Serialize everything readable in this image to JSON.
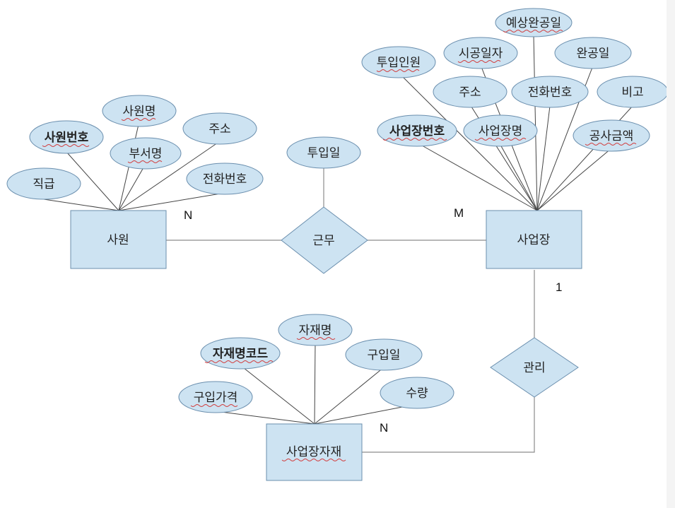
{
  "entities": {
    "employee": "사원",
    "site": "사업장",
    "material": "사업장자재"
  },
  "relationships": {
    "work": "근무",
    "manage": "관리"
  },
  "attributes": {
    "employee": {
      "id": "사원번호",
      "name": "사원명",
      "dept": "부서명",
      "address": "주소",
      "rank": "직급",
      "phone": "전화번호"
    },
    "work": {
      "input_date": "투입일"
    },
    "site": {
      "staff": "투입인원",
      "start_date": "시공일자",
      "expected_date": "예상완공일",
      "complete_date": "완공일",
      "address": "주소",
      "phone": "전화번호",
      "note": "비고",
      "id": "사업장번호",
      "name": "사업장명",
      "cost": "공사금액"
    },
    "material": {
      "name": "자재명",
      "code": "자재명코드",
      "purchase_date": "구입일",
      "quantity": "수량",
      "price": "구입가격"
    }
  },
  "cardinalities": {
    "employee_work": "N",
    "site_work": "M",
    "site_manage": "1",
    "material_manage": "N"
  },
  "colors": {
    "shape_fill": "#cde3f2",
    "shape_stroke": "#6b8fae",
    "spellcheck_underline": "#d23a3a"
  }
}
